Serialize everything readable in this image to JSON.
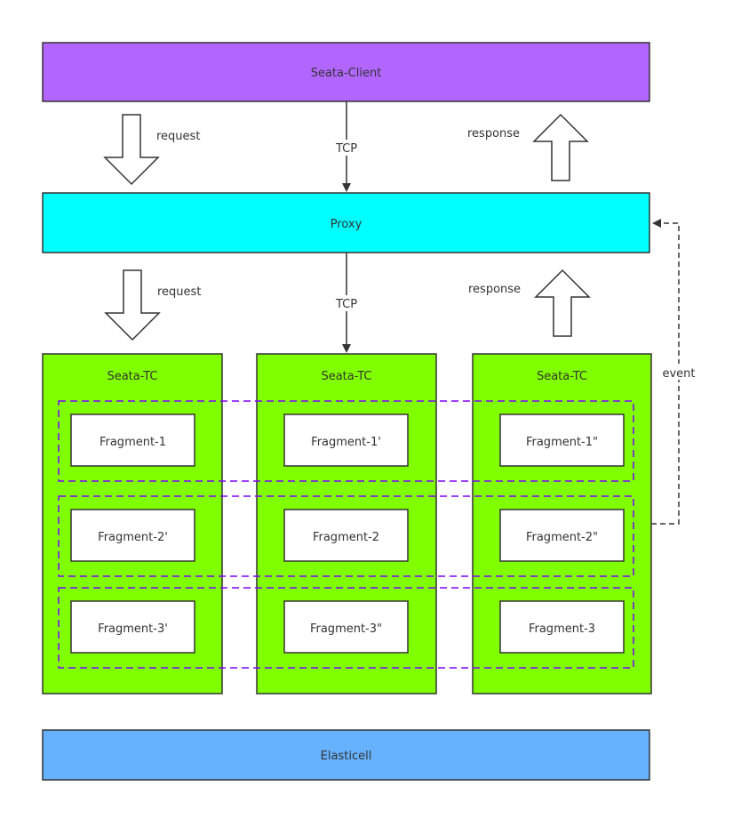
{
  "colors": {
    "client": "#b266ff",
    "proxy": "#00ffff",
    "tc": "#80ff00",
    "fragment": "#ffffff",
    "storage": "#66b2ff",
    "group_border": "#7f00ff",
    "stroke": "#333333"
  },
  "client": {
    "label": "Seata-Client"
  },
  "proxy": {
    "label": "Proxy"
  },
  "storage": {
    "label": "Elasticell"
  },
  "links": {
    "request_label": "request",
    "response_label": "response",
    "tcp_label": "TCP",
    "event_label": "event"
  },
  "tc_nodes": [
    {
      "label": "Seata-TC",
      "fragments": [
        "Fragment-1",
        "Fragment-2'",
        "Fragment-3'"
      ]
    },
    {
      "label": "Seata-TC",
      "fragments": [
        "Fragment-1'",
        "Fragment-2",
        "Fragment-3\""
      ]
    },
    {
      "label": "Seata-TC",
      "fragments": [
        "Fragment-1\"",
        "Fragment-2\"",
        "Fragment-3"
      ]
    }
  ]
}
